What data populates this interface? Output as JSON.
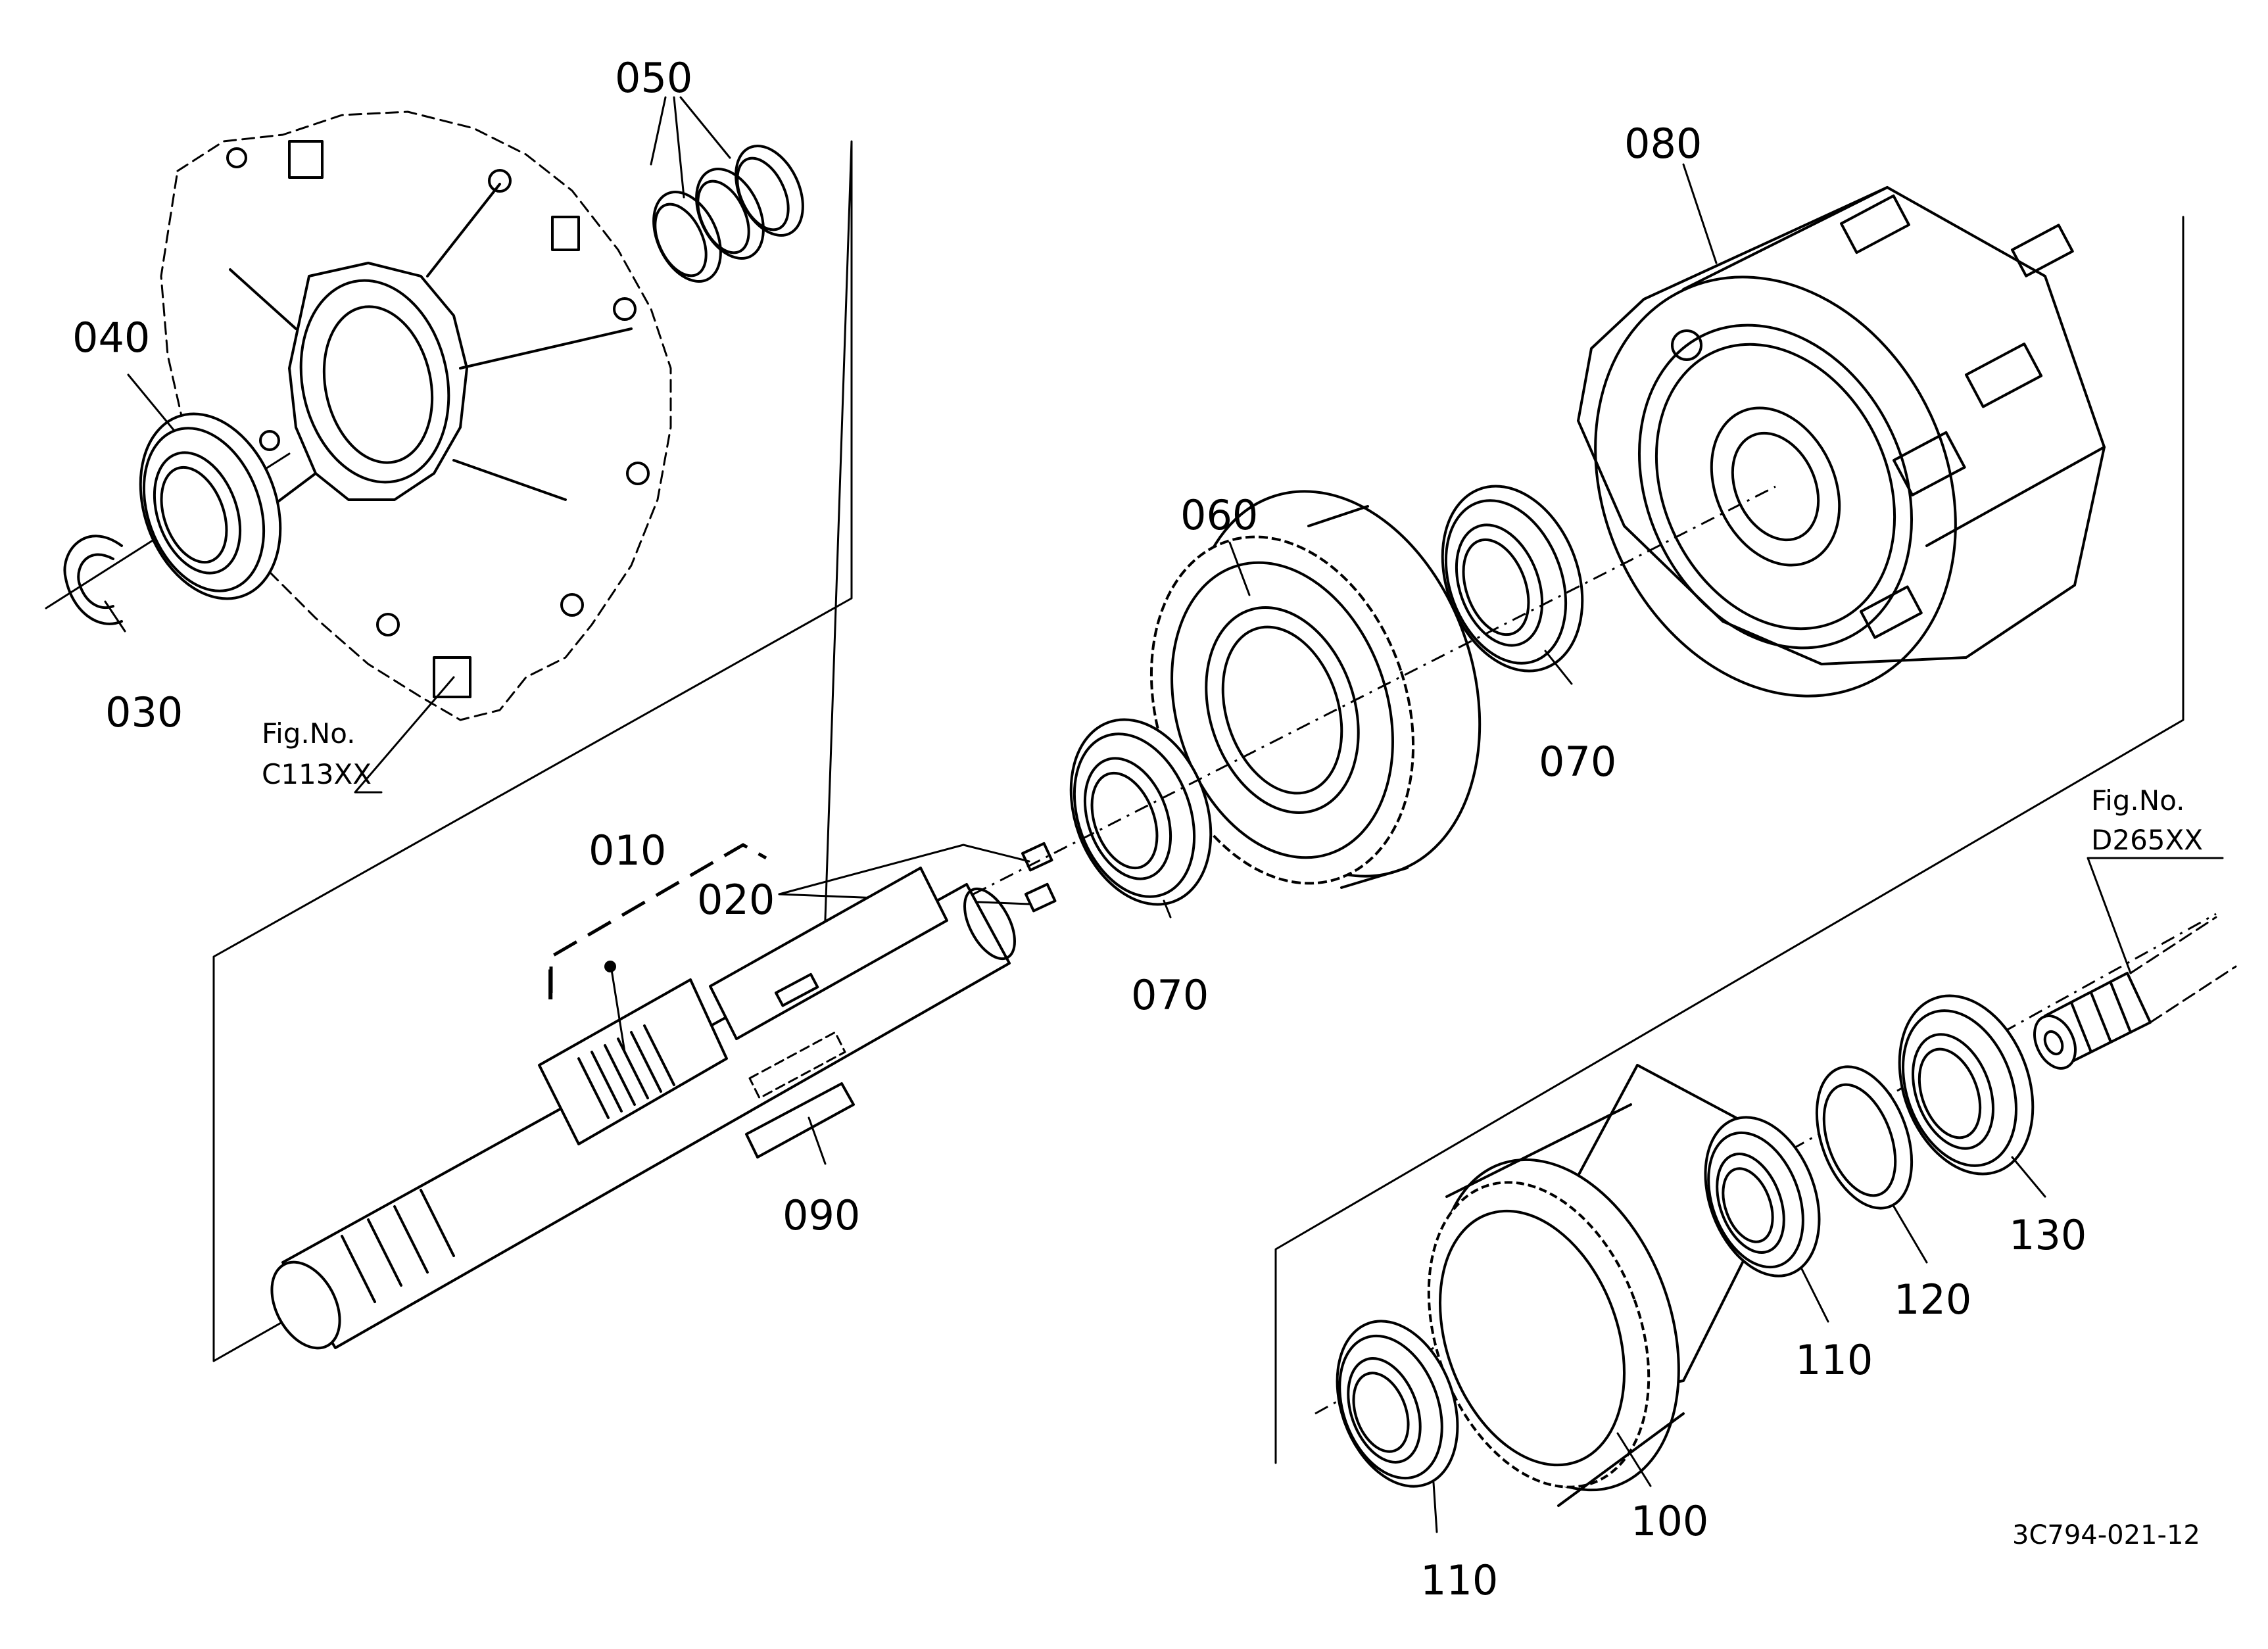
{
  "labels": {
    "p010": "010",
    "p020": "020",
    "p030": "030",
    "p040": "040",
    "p050": "050",
    "p060": "060",
    "p070a": "070",
    "p070b": "070",
    "p080": "080",
    "p090": "090",
    "p100": "100",
    "p110a": "110",
    "p110b": "110",
    "p120": "120",
    "p130": "130"
  },
  "refs": {
    "ref1_title": "Fig.No.",
    "ref1_code": "C113XX",
    "ref2_title": "Fig.No.",
    "ref2_code": "D265XX"
  },
  "diagram_code": "3C794-021-12",
  "shaft_marker": "I"
}
